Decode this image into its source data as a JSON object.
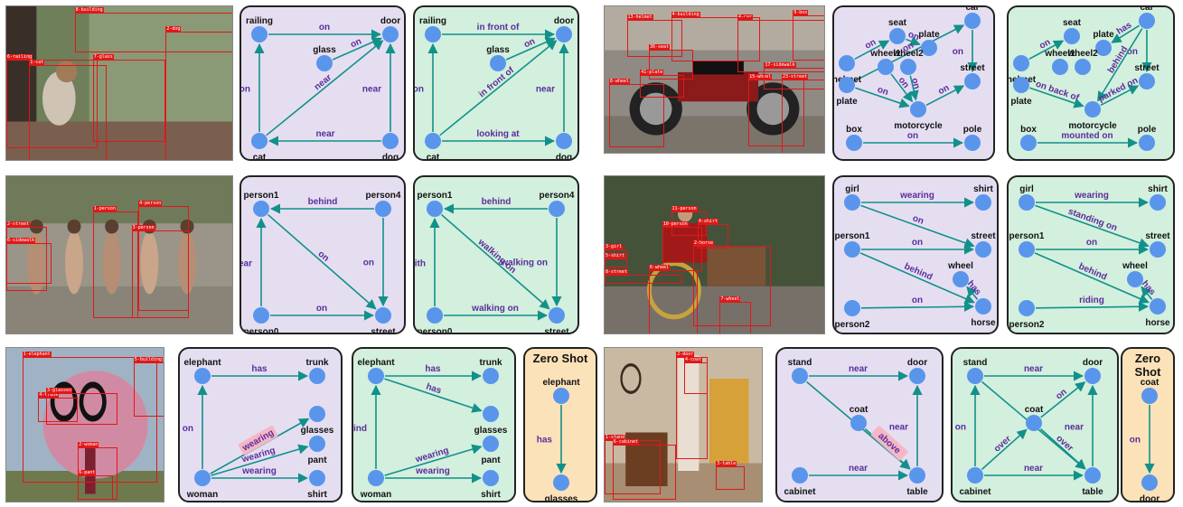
{
  "colors": {
    "node": "#5A95EC",
    "edge": "#11918A",
    "edge_label": "#5A2E9C",
    "node_label": "#111111",
    "prediction_panel_bg": "#E5DEF1",
    "ground_truth_panel_bg": "#D3EFDD",
    "zero_shot_panel_bg": "#FCE2B8",
    "bbox": "#E01818",
    "highlight": "#F5B7C6"
  },
  "examples": [
    {
      "id": "cat-door",
      "photo": {
        "kind": "cat",
        "bboxes": [
          "6-railing",
          "8-building",
          "2-dog",
          "7-glass",
          "1-cat"
        ]
      },
      "panels": [
        {
          "type": "prediction",
          "nodes": [
            "railing",
            "door",
            "glass",
            "cat",
            "dog"
          ],
          "edges": [
            {
              "from": "railing",
              "to": "door",
              "label": "on"
            },
            {
              "from": "glass",
              "to": "door",
              "label": "on"
            },
            {
              "from": "cat",
              "to": "railing",
              "label": "on"
            },
            {
              "from": "cat",
              "to": "door",
              "label": "near"
            },
            {
              "from": "dog",
              "to": "door",
              "label": "near"
            },
            {
              "from": "dog",
              "to": "cat",
              "label": "near"
            }
          ]
        },
        {
          "type": "ground_truth",
          "nodes": [
            "railing",
            "door",
            "glass",
            "cat",
            "dog"
          ],
          "edges": [
            {
              "from": "railing",
              "to": "door",
              "label": "in front of"
            },
            {
              "from": "glass",
              "to": "door",
              "label": "on"
            },
            {
              "from": "cat",
              "to": "railing",
              "label": "standing on"
            },
            {
              "from": "cat",
              "to": "door",
              "label": "in front of"
            },
            {
              "from": "dog",
              "to": "door",
              "label": "near"
            },
            {
              "from": "cat",
              "to": "dog",
              "label": "looking at"
            }
          ]
        }
      ]
    },
    {
      "id": "motorcycle",
      "photo": {
        "kind": "motorcycle",
        "bboxes": [
          "36-seat",
          "41-plate",
          "4-car",
          "9-box",
          "15-wheel",
          "8-wheel",
          "17-sidewalk",
          "23-street",
          "4-building",
          "13-helmet"
        ]
      },
      "panels": [
        {
          "type": "prediction",
          "nodes": [
            "seat",
            "plate",
            "car",
            "helmet",
            "wheel1",
            "wheel2",
            "street",
            "plate",
            "motorcycle",
            "box",
            "pole"
          ],
          "edges": [
            {
              "from": "seat",
              "to": "plate",
              "label": "on"
            },
            {
              "from": "plate",
              "to": "car",
              "label": "on"
            },
            {
              "from": "helmet",
              "to": "seat",
              "label": "on"
            },
            {
              "from": "car",
              "to": "street",
              "label": "on"
            },
            {
              "from": "wheel1",
              "to": "motorcycle",
              "label": "on"
            },
            {
              "from": "wheel2",
              "to": "motorcycle",
              "label": "on"
            },
            {
              "from": "plate",
              "to": "motorcycle",
              "label": "on"
            },
            {
              "from": "motorcycle",
              "to": "street",
              "label": "on"
            },
            {
              "from": "box",
              "to": "pole",
              "label": "on"
            }
          ]
        },
        {
          "type": "ground_truth",
          "nodes": [
            "seat",
            "plate",
            "car",
            "helmet",
            "wheel1",
            "wheel2",
            "street",
            "plate",
            "motorcycle",
            "box",
            "pole"
          ],
          "edges": [
            {
              "from": "car",
              "to": "plate",
              "label": "has"
            },
            {
              "from": "helmet",
              "to": "seat",
              "label": "on"
            },
            {
              "from": "car",
              "to": "street",
              "label": "on"
            },
            {
              "from": "car",
              "to": "motorcycle",
              "label": "behind"
            },
            {
              "from": "plate",
              "to": "motorcycle",
              "label": "on back of"
            },
            {
              "from": "motorcycle",
              "to": "street",
              "label": "parked on"
            },
            {
              "from": "box",
              "to": "pole",
              "label": "mounted on"
            }
          ]
        }
      ]
    },
    {
      "id": "street-people",
      "photo": {
        "kind": "crowd",
        "bboxes": [
          "4-person",
          "1-person",
          "3-person",
          "2-street",
          "6-sidewalk"
        ]
      },
      "panels": [
        {
          "type": "prediction",
          "nodes": [
            "person1",
            "person4",
            "person0",
            "street"
          ],
          "edges": [
            {
              "from": "person4",
              "to": "person1",
              "label": "behind"
            },
            {
              "from": "person1",
              "to": "street",
              "label": "on"
            },
            {
              "from": "person4",
              "to": "street",
              "label": "on"
            },
            {
              "from": "person0",
              "to": "person1",
              "label": "near"
            },
            {
              "from": "person0",
              "to": "street",
              "label": "on"
            }
          ]
        },
        {
          "type": "ground_truth",
          "nodes": [
            "person1",
            "person4",
            "person0",
            "street"
          ],
          "edges": [
            {
              "from": "person4",
              "to": "person1",
              "label": "behind"
            },
            {
              "from": "person1",
              "to": "street",
              "label": "walking on"
            },
            {
              "from": "person4",
              "to": "street",
              "label": "walking on"
            },
            {
              "from": "person0",
              "to": "person1",
              "label": "with"
            },
            {
              "from": "person0",
              "to": "street",
              "label": "walking on"
            }
          ]
        }
      ]
    },
    {
      "id": "horse-carriage",
      "photo": {
        "kind": "carriage",
        "bboxes": [
          "11-person",
          "10-person",
          "4-shirt",
          "2-horse",
          "3-girl",
          "5-shirt",
          "8-street",
          "6-wheel",
          "7-wheel"
        ]
      },
      "panels": [
        {
          "type": "prediction",
          "nodes": [
            "girl",
            "shirt",
            "street",
            "person1",
            "wheel",
            "horse",
            "person2"
          ],
          "edges": [
            {
              "from": "girl",
              "to": "shirt",
              "label": "wearing"
            },
            {
              "from": "girl",
              "to": "street",
              "label": "on"
            },
            {
              "from": "person1",
              "to": "street",
              "label": "on"
            },
            {
              "from": "person1",
              "to": "horse",
              "label": "behind"
            },
            {
              "from": "horse",
              "to": "wheel",
              "label": "has"
            },
            {
              "from": "person2",
              "to": "horse",
              "label": "on"
            }
          ]
        },
        {
          "type": "ground_truth",
          "nodes": [
            "girl",
            "shirt",
            "street",
            "person1",
            "wheel",
            "horse",
            "person2"
          ],
          "edges": [
            {
              "from": "girl",
              "to": "shirt",
              "label": "wearing"
            },
            {
              "from": "girl",
              "to": "street",
              "label": "standing on"
            },
            {
              "from": "person1",
              "to": "street",
              "label": "on"
            },
            {
              "from": "person1",
              "to": "horse",
              "label": "behind"
            },
            {
              "from": "horse",
              "to": "wheel",
              "label": "has"
            },
            {
              "from": "person2",
              "to": "horse",
              "label": "riding"
            }
          ]
        }
      ]
    },
    {
      "id": "elephant",
      "photo": {
        "kind": "elephant",
        "bboxes": [
          "1-elephant",
          "4-trunk",
          "3-glasses",
          "5-building",
          "2-woman",
          "6-pant"
        ]
      },
      "panels": [
        {
          "type": "prediction",
          "nodes": [
            "elephant",
            "trunk",
            "glasses",
            "pant",
            "woman",
            "shirt"
          ],
          "edges": [
            {
              "from": "elephant",
              "to": "trunk",
              "label": "has"
            },
            {
              "from": "woman",
              "to": "elephant",
              "label": "on"
            },
            {
              "from": "woman",
              "to": "glasses",
              "label": "wearing",
              "highlight": true
            },
            {
              "from": "woman",
              "to": "pant",
              "label": "wearing"
            },
            {
              "from": "woman",
              "to": "shirt",
              "label": "wearing"
            }
          ]
        },
        {
          "type": "ground_truth",
          "nodes": [
            "elephant",
            "trunk",
            "glasses",
            "pant",
            "woman",
            "shirt"
          ],
          "edges": [
            {
              "from": "elephant",
              "to": "trunk",
              "label": "has"
            },
            {
              "from": "elephant",
              "to": "glasses",
              "label": "has"
            },
            {
              "from": "woman",
              "to": "elephant",
              "label": "behind"
            },
            {
              "from": "woman",
              "to": "pant",
              "label": "wearing"
            },
            {
              "from": "woman",
              "to": "shirt",
              "label": "wearing"
            }
          ]
        },
        {
          "type": "zero_shot",
          "title": "Zero Shot",
          "nodes": [
            "elephant",
            "glasses"
          ],
          "edges": [
            {
              "from": "elephant",
              "to": "glasses",
              "label": "has"
            }
          ]
        }
      ]
    },
    {
      "id": "room",
      "photo": {
        "kind": "room",
        "bboxes": [
          "2-door",
          "4-coat",
          "3-table",
          "1-stand",
          "6-cabinet"
        ]
      },
      "panels": [
        {
          "type": "prediction",
          "nodes": [
            "stand",
            "door",
            "coat",
            "cabinet",
            "table"
          ],
          "edges": [
            {
              "from": "stand",
              "to": "door",
              "label": "near"
            },
            {
              "from": "stand",
              "to": "table",
              "label": "on"
            },
            {
              "from": "coat",
              "to": "table",
              "label": "above",
              "highlight": true
            },
            {
              "from": "table",
              "to": "door",
              "label": "near"
            },
            {
              "from": "cabinet",
              "to": "table",
              "label": "near"
            }
          ]
        },
        {
          "type": "ground_truth",
          "nodes": [
            "stand",
            "door",
            "coat",
            "cabinet",
            "table"
          ],
          "edges": [
            {
              "from": "stand",
              "to": "door",
              "label": "near"
            },
            {
              "from": "stand",
              "to": "table",
              "label": "on"
            },
            {
              "from": "cabinet",
              "to": "coat",
              "label": "over"
            },
            {
              "from": "cabinet",
              "to": "stand",
              "label": "on"
            },
            {
              "from": "coat",
              "to": "door",
              "label": "on"
            },
            {
              "from": "coat",
              "to": "table",
              "label": "over"
            },
            {
              "from": "table",
              "to": "door",
              "label": "near"
            },
            {
              "from": "cabinet",
              "to": "table",
              "label": "near"
            }
          ]
        },
        {
          "type": "zero_shot",
          "title": "Zero Shot",
          "nodes": [
            "coat",
            "door"
          ],
          "edges": [
            {
              "from": "coat",
              "to": "door",
              "label": "on"
            }
          ]
        }
      ]
    }
  ]
}
